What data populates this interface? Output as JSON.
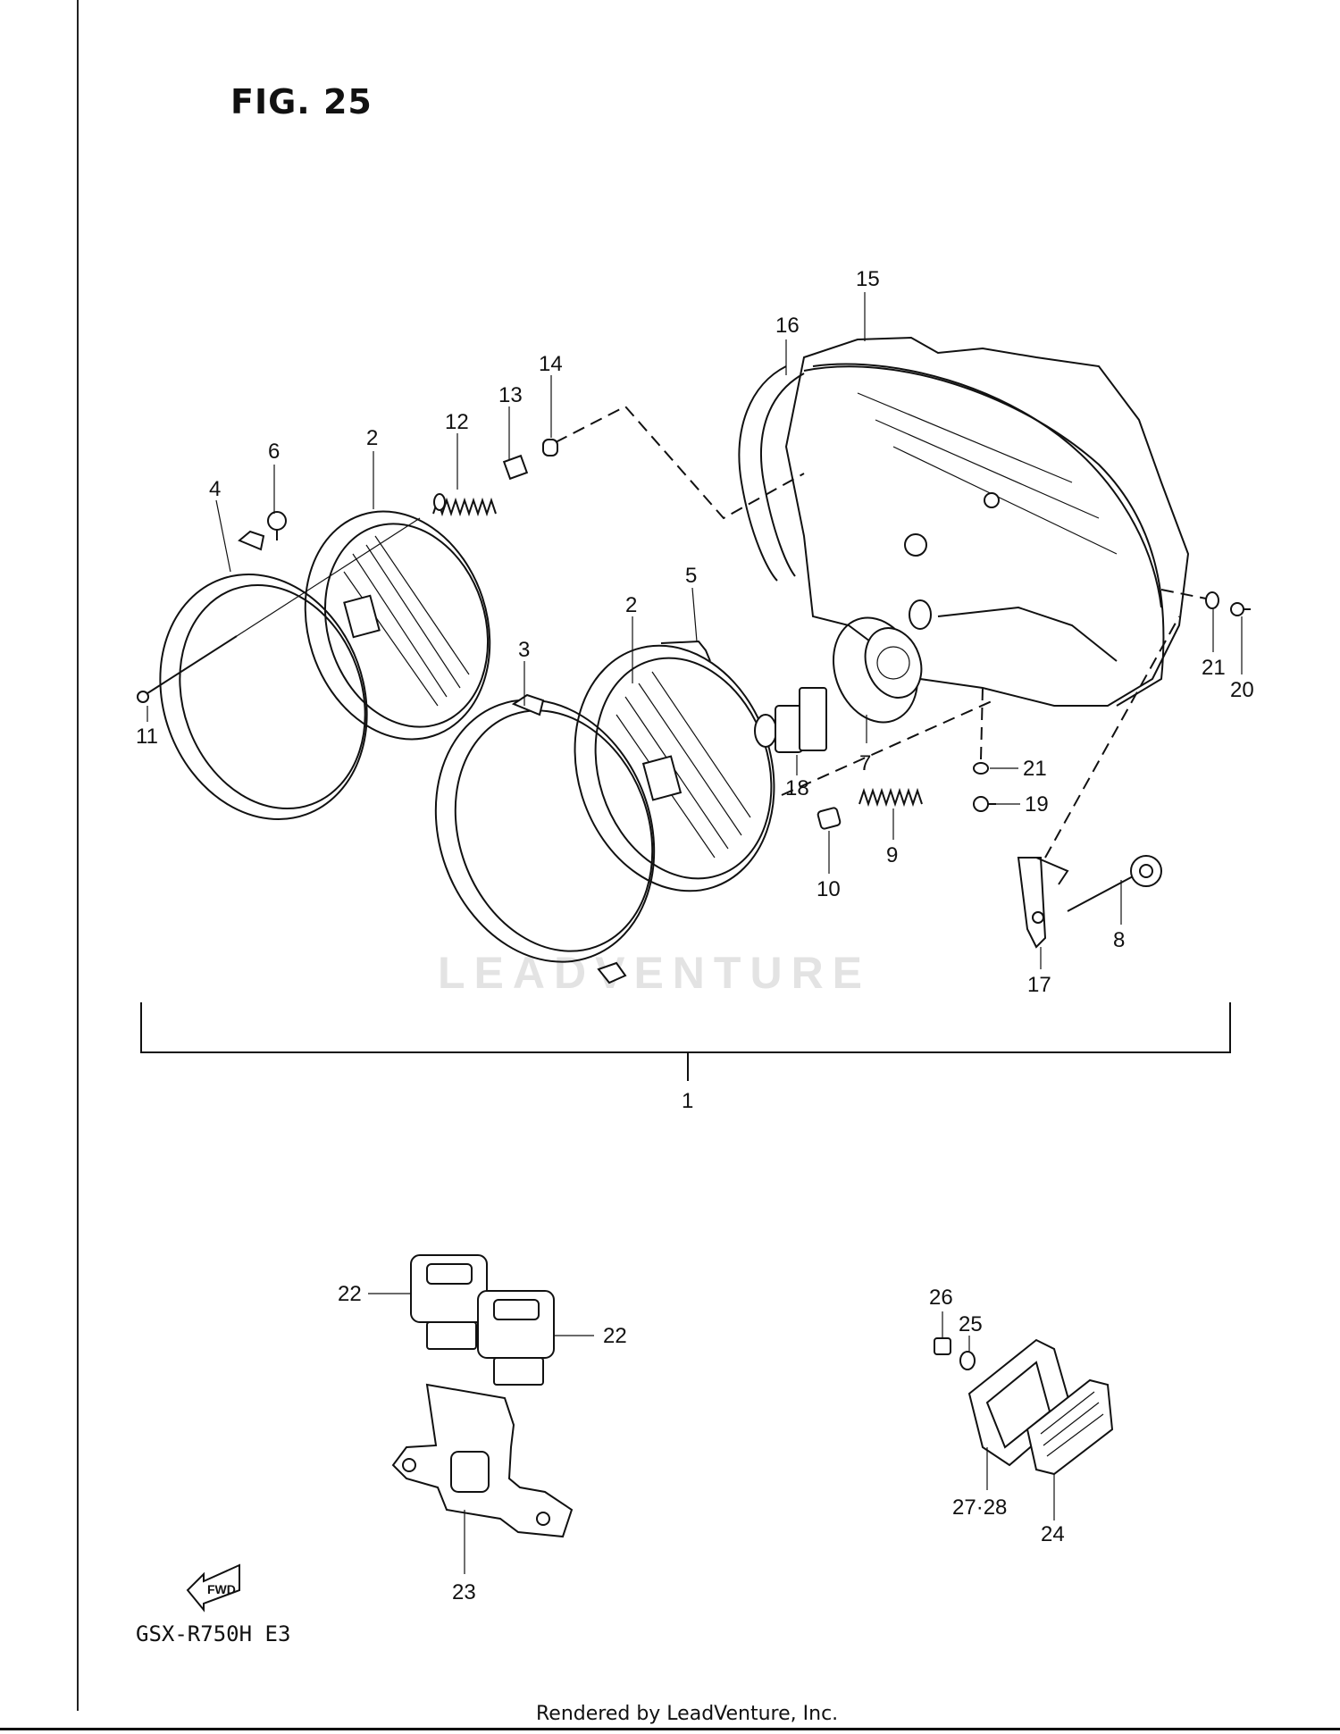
{
  "figure_title": "FIG. 25",
  "model_code": "GSX-R750H  E3",
  "footer": "Rendered by LeadVenture, Inc.",
  "watermark": "LEADVENTURE",
  "fwd_label": "FWD",
  "callouts": {
    "c1": "1",
    "c2a": "2",
    "c2b": "2",
    "c3": "3",
    "c4": "4",
    "c5": "5",
    "c6": "6",
    "c7": "7",
    "c8": "8",
    "c9": "9",
    "c10": "10",
    "c11": "11",
    "c12": "12",
    "c13": "13",
    "c14": "14",
    "c15": "15",
    "c16": "16",
    "c17": "17",
    "c18": "18",
    "c19": "19",
    "c20": "20",
    "c21a": "21",
    "c21b": "21",
    "c22a": "22",
    "c22b": "22",
    "c23": "23",
    "c24": "24",
    "c25": "25",
    "c26": "26",
    "c27_28": "27·28"
  }
}
